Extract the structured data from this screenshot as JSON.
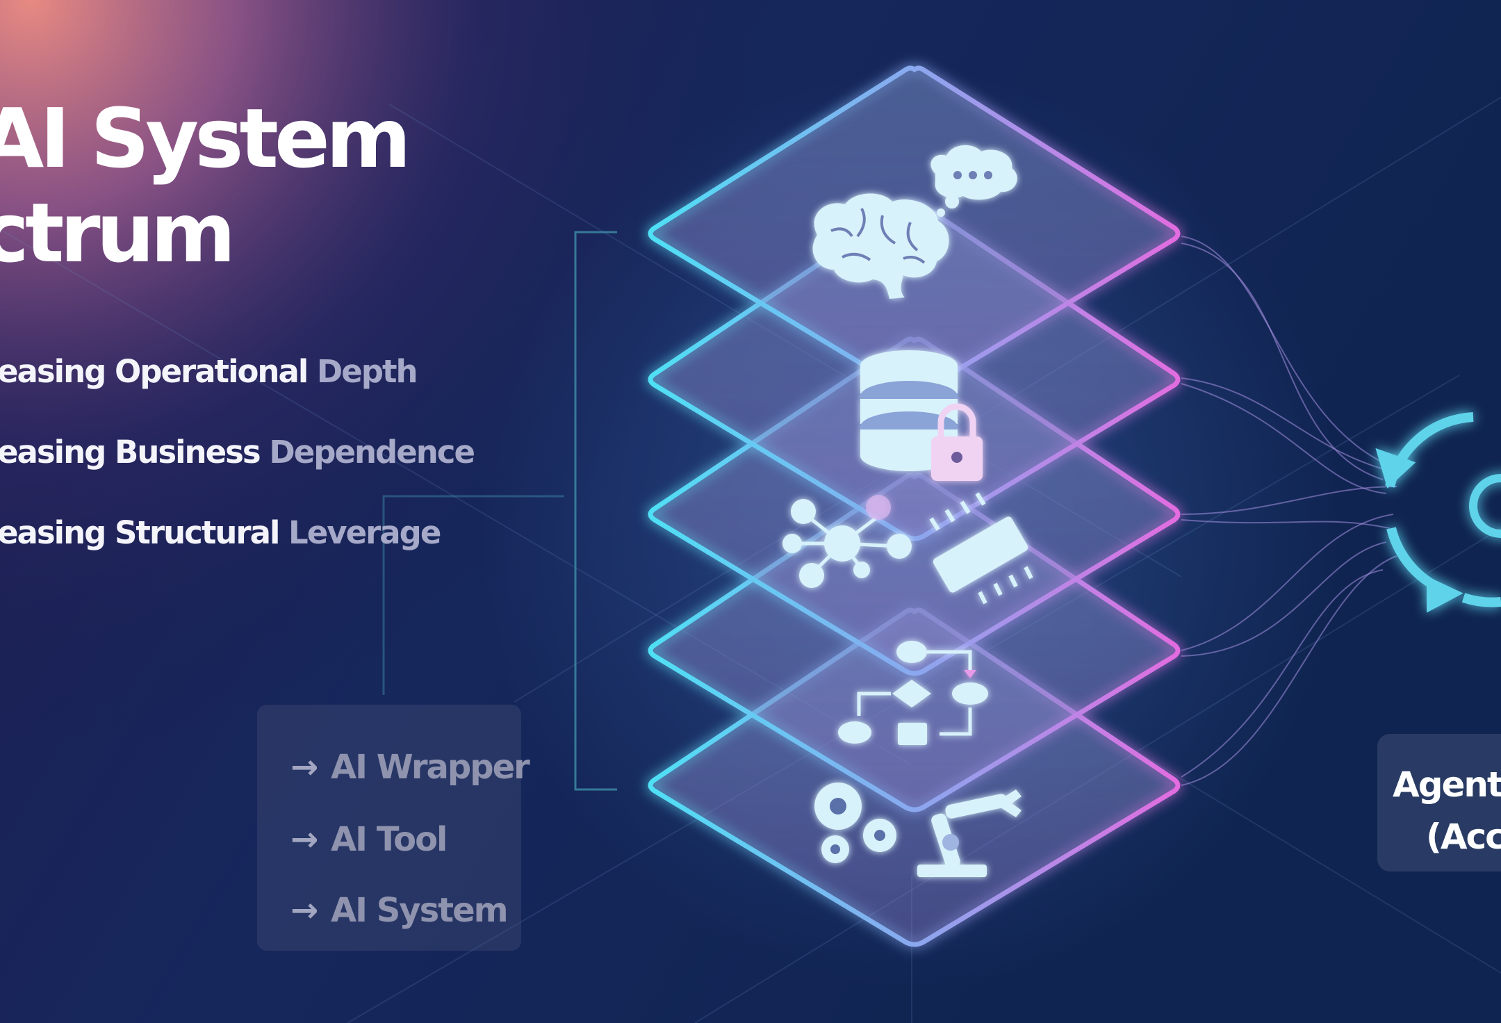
{
  "title": {
    "line1": "AI System",
    "line2": "ctrum"
  },
  "metrics": [
    {
      "prefix": "easing ",
      "term": "Operational",
      "end": " Depth"
    },
    {
      "prefix": "easing ",
      "term": "Business",
      "end": " Dependence"
    },
    {
      "prefix": "easing ",
      "term": "Structural",
      "end": " Leverage"
    }
  ],
  "levels": {
    "arrow": "→",
    "items": [
      "AI Wrapper",
      "AI Tool",
      "AI System"
    ]
  },
  "agent": {
    "line1": "Agenti",
    "line2": "(Acc"
  },
  "layers": [
    {
      "icon": "brain-thought-icon"
    },
    {
      "icon": "database-lock-icon"
    },
    {
      "icon": "network-chip-icon"
    },
    {
      "icon": "flowchart-icon"
    },
    {
      "icon": "gears-robot-arm-icon"
    }
  ],
  "colors": {
    "background": "#101a42",
    "glow_warm": "#e07a7a",
    "layer_cyan": "#4fe0f5",
    "layer_magenta": "#e26ce0",
    "icon": "#d8f2fb"
  }
}
